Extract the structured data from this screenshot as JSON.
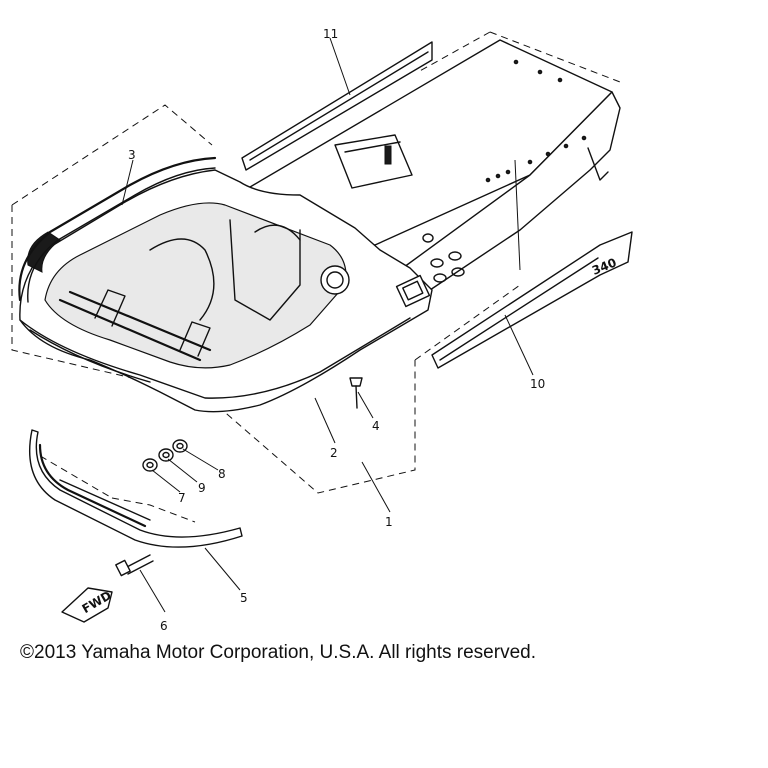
{
  "diagram": {
    "callouts": {
      "c1": "1",
      "c2": "2",
      "c3": "3",
      "c4": "4",
      "c5": "5",
      "c6": "6",
      "c7": "7",
      "c8": "8",
      "c9": "9",
      "c10": "10",
      "c11": "11"
    },
    "decal_text": "340",
    "fwd_text": "FWD"
  },
  "copyright": "©2013 Yamaha Motor Corporation, U.S.A. All rights reserved."
}
